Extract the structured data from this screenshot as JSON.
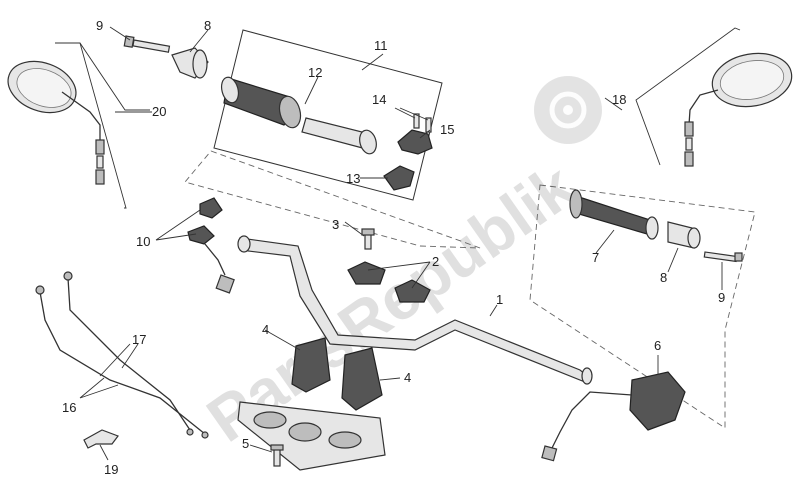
{
  "watermark": {
    "text": "PartsRepublik",
    "icon": "gear-icon"
  },
  "callouts": [
    {
      "id": "c1",
      "label": "1"
    },
    {
      "id": "c2",
      "label": "2"
    },
    {
      "id": "c3",
      "label": "3"
    },
    {
      "id": "c4a",
      "label": "4"
    },
    {
      "id": "c4b",
      "label": "4"
    },
    {
      "id": "c5",
      "label": "5"
    },
    {
      "id": "c6",
      "label": "6"
    },
    {
      "id": "c7",
      "label": "7"
    },
    {
      "id": "c8a",
      "label": "8"
    },
    {
      "id": "c8b",
      "label": "8"
    },
    {
      "id": "c9a",
      "label": "9"
    },
    {
      "id": "c9b",
      "label": "9"
    },
    {
      "id": "c10",
      "label": "10"
    },
    {
      "id": "c11",
      "label": "11"
    },
    {
      "id": "c12",
      "label": "12"
    },
    {
      "id": "c13",
      "label": "13"
    },
    {
      "id": "c14",
      "label": "14"
    },
    {
      "id": "c15",
      "label": "15"
    },
    {
      "id": "c16",
      "label": "16"
    },
    {
      "id": "c17",
      "label": "17"
    },
    {
      "id": "c18",
      "label": "18"
    },
    {
      "id": "c19",
      "label": "19"
    },
    {
      "id": "c20",
      "label": "20"
    }
  ]
}
